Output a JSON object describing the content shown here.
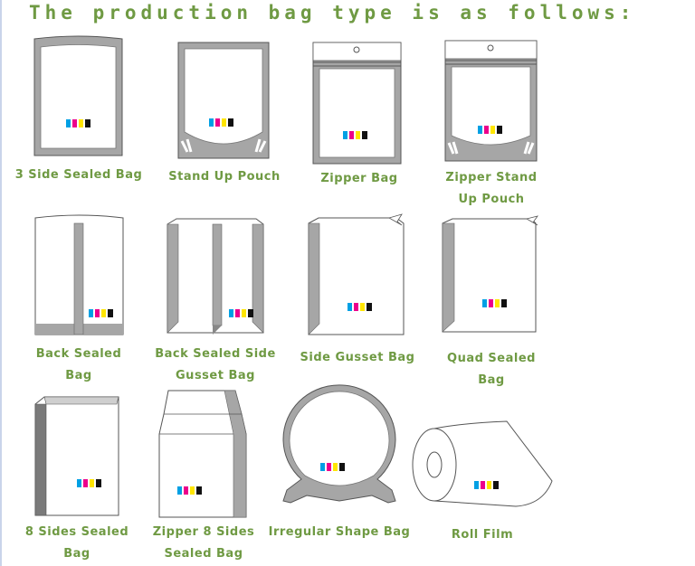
{
  "header": {
    "title": "The production bag type is as follows:"
  },
  "bags": [
    {
      "id": "three-side-sealed",
      "label": [
        "3 Side Sealed Bag"
      ]
    },
    {
      "id": "stand-up-pouch",
      "label": [
        "Stand Up Pouch"
      ]
    },
    {
      "id": "zipper-bag",
      "label": [
        "Zipper Bag"
      ]
    },
    {
      "id": "zipper-stand-up-pouch",
      "label": [
        "Zipper Stand",
        "Up Pouch"
      ]
    },
    {
      "id": "back-sealed",
      "label": [
        "Back Sealed",
        "Bag"
      ]
    },
    {
      "id": "back-sealed-side-gusset",
      "label": [
        "Back Sealed Side",
        "Gusset Bag"
      ]
    },
    {
      "id": "side-gusset",
      "label": [
        "Side Gusset Bag"
      ]
    },
    {
      "id": "quad-sealed",
      "label": [
        "Quad Sealed",
        "Bag"
      ]
    },
    {
      "id": "eight-sides-sealed",
      "label": [
        "8 Sides Sealed",
        "Bag"
      ]
    },
    {
      "id": "zipper-eight-sides",
      "label": [
        "Zipper 8 Sides",
        "Sealed Bag"
      ]
    },
    {
      "id": "irregular-shape",
      "label": [
        "Irregular Shape Bag"
      ]
    },
    {
      "id": "roll-film",
      "label": [
        "Roll Film"
      ]
    }
  ],
  "colors": {
    "accent_text": "#6f9a43",
    "seal_gray": "#a6a6a6",
    "outline": "#555555",
    "color_bar": [
      "#00a0e4",
      "#ec008c",
      "#ffe600",
      "#111111"
    ]
  }
}
